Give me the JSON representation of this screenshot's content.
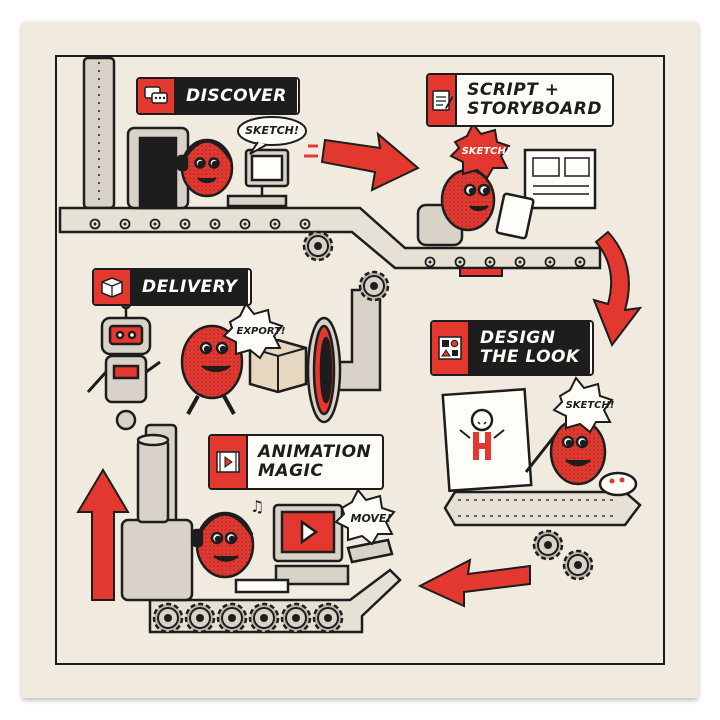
{
  "stages": [
    {
      "title": "DISCOVER",
      "icon": "chat-icon"
    },
    {
      "title": "SCRIPT +\nSTORYBOARD",
      "icon": "notepad-icon"
    },
    {
      "title": "DESIGN\nTHE LOOK",
      "icon": "palette-grid-icon"
    },
    {
      "title": "ANIMATION\nMAGIC",
      "icon": "film-play-icon"
    },
    {
      "title": "DELIVERY",
      "icon": "box-icon"
    }
  ],
  "bubbles": {
    "discover": "SKETCH!",
    "script": "SKETCH!",
    "design": "SKETCH!",
    "animation": "MOVE!",
    "delivery": "EXPORT!"
  },
  "colors": {
    "accent": "#e2382f",
    "ink": "#1d1d1d",
    "paper": "#f1ebdf"
  }
}
